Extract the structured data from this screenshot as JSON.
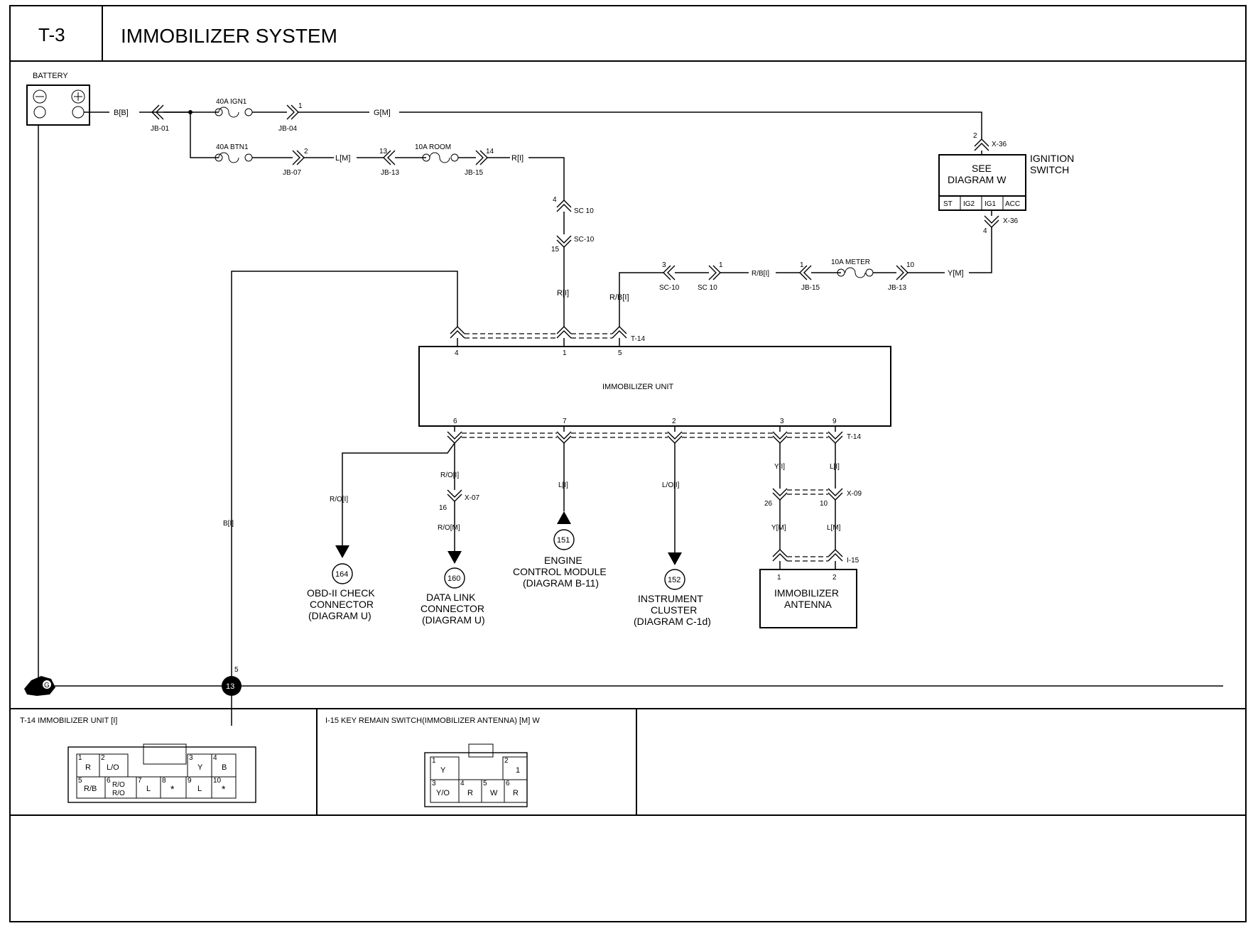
{
  "header": {
    "code": "T-3",
    "title": "IMMOBILIZER SYSTEM"
  },
  "battery": {
    "label": "BATTERY",
    "wire": "B[B]",
    "jb": "JB-01"
  },
  "fuses": {
    "ign1": {
      "label": "40A IGN1",
      "pin": "1",
      "jb": "JB-04",
      "wire": "G[M]"
    },
    "btn1": {
      "label": "40A BTN1",
      "pin": "2",
      "jb": "JB-07",
      "wire": "L[M]"
    },
    "room": {
      "label": "10A ROOM",
      "pin_in": "13",
      "jb_in": "JB-13",
      "pin_out": "14",
      "jb_out": "JB-15",
      "wire": "R[I]"
    },
    "meter": {
      "label": "10A METER",
      "pin_in": "1",
      "jb_in": "JB-15",
      "pin_out": "10",
      "jb_out": "JB-13",
      "wire": "Y[M]"
    }
  },
  "ignition_switch": {
    "label_1": "IGNITION",
    "label_2": "SWITCH",
    "see_1": "SEE",
    "see_2": "DIAGRAM W",
    "terminals": [
      "ST",
      "IG2",
      "IG1",
      "ACC"
    ],
    "conn_top": "X-36",
    "pin_top": "2",
    "conn_bottom": "X-36",
    "pin_bottom": "4"
  },
  "sc_connectors": {
    "a": {
      "pin": "4",
      "name": "SC 10"
    },
    "b": {
      "pin": "15",
      "name": "SC-10"
    },
    "c": {
      "pin_left": "3",
      "name_left": "SC-10",
      "pin_right": "1",
      "name_right": "SC 10",
      "wire": "R/B[I]"
    }
  },
  "immobilizer_unit": {
    "label": "IMMOBILIZER UNIT",
    "connector": "T-14",
    "top_pins": [
      "4",
      "1",
      "5"
    ],
    "top_wires": [
      "R[I]",
      "R/B[I]"
    ],
    "bottom_pins": [
      "6",
      "7",
      "2",
      "3",
      "9"
    ],
    "bottom_connector": "T-14"
  },
  "branches": {
    "ground_wire": "B[I]",
    "obd_wire": "R/O[I]",
    "dlc_wire_1": "R/O[I]",
    "dlc_conn": "X-07",
    "dlc_pin": "16",
    "dlc_wire_2": "R/O[M]",
    "ecm_wire": "L[I]",
    "cluster_wire": "L/O[I]",
    "ant_wire_y1": "Y[I]",
    "ant_wire_l1": "L[I]",
    "ant_conn": "X-09",
    "ant_pin_y": "26",
    "ant_pin_l": "10",
    "ant_wire_y2": "Y[M]",
    "ant_wire_l2": "L[M]",
    "ant_conn_2": "I-15",
    "ant_pins": [
      "1",
      "2"
    ]
  },
  "destinations": {
    "obd": {
      "num": "164",
      "l1": "OBD-II CHECK",
      "l2": "CONNECTOR",
      "l3": "(DIAGRAM U)"
    },
    "dlc": {
      "num": "160",
      "l1": "DATA LINK",
      "l2": "CONNECTOR",
      "l3": "(DIAGRAM U)"
    },
    "ecm": {
      "num": "151",
      "l1": "ENGINE",
      "l2": "CONTROL MODULE",
      "l3": "(DIAGRAM B-11)"
    },
    "cluster": {
      "num": "152",
      "l1": "INSTRUMENT",
      "l2": "CLUSTER",
      "l3": "(DIAGRAM C-1d)"
    },
    "antenna": {
      "l1": "IMMOBILIZER",
      "l2": "ANTENNA"
    }
  },
  "ground": {
    "g_label": "G",
    "splice": "13",
    "splice_pin": "5"
  },
  "connector_views": {
    "t14": {
      "title": "T-14 IMMOBILIZER UNIT [I]",
      "cells": [
        {
          "n": "1",
          "t": "R"
        },
        {
          "n": "2",
          "t": "L/O"
        },
        {
          "n": "3",
          "t": "Y"
        },
        {
          "n": "4",
          "t": "B"
        },
        {
          "n": "5",
          "t": "R/B"
        },
        {
          "n": "6",
          "t": "R/O"
        },
        {
          "n": "",
          "t": "R/O"
        },
        {
          "n": "7",
          "t": "L"
        },
        {
          "n": "8",
          "t": "*"
        },
        {
          "n": "9",
          "t": "L"
        },
        {
          "n": "10",
          "t": "*"
        }
      ]
    },
    "i15": {
      "title": "I-15 KEY REMAIN SWITCH(IMMOBILIZER ANTENNA) [M] W",
      "cells": [
        {
          "n": "1",
          "t": "Y"
        },
        {
          "n": "2",
          "t": "1"
        },
        {
          "n": "3",
          "t": "Y/O"
        },
        {
          "n": "4",
          "t": "R"
        },
        {
          "n": "5",
          "t": "W"
        },
        {
          "n": "6",
          "t": "R"
        }
      ]
    }
  }
}
